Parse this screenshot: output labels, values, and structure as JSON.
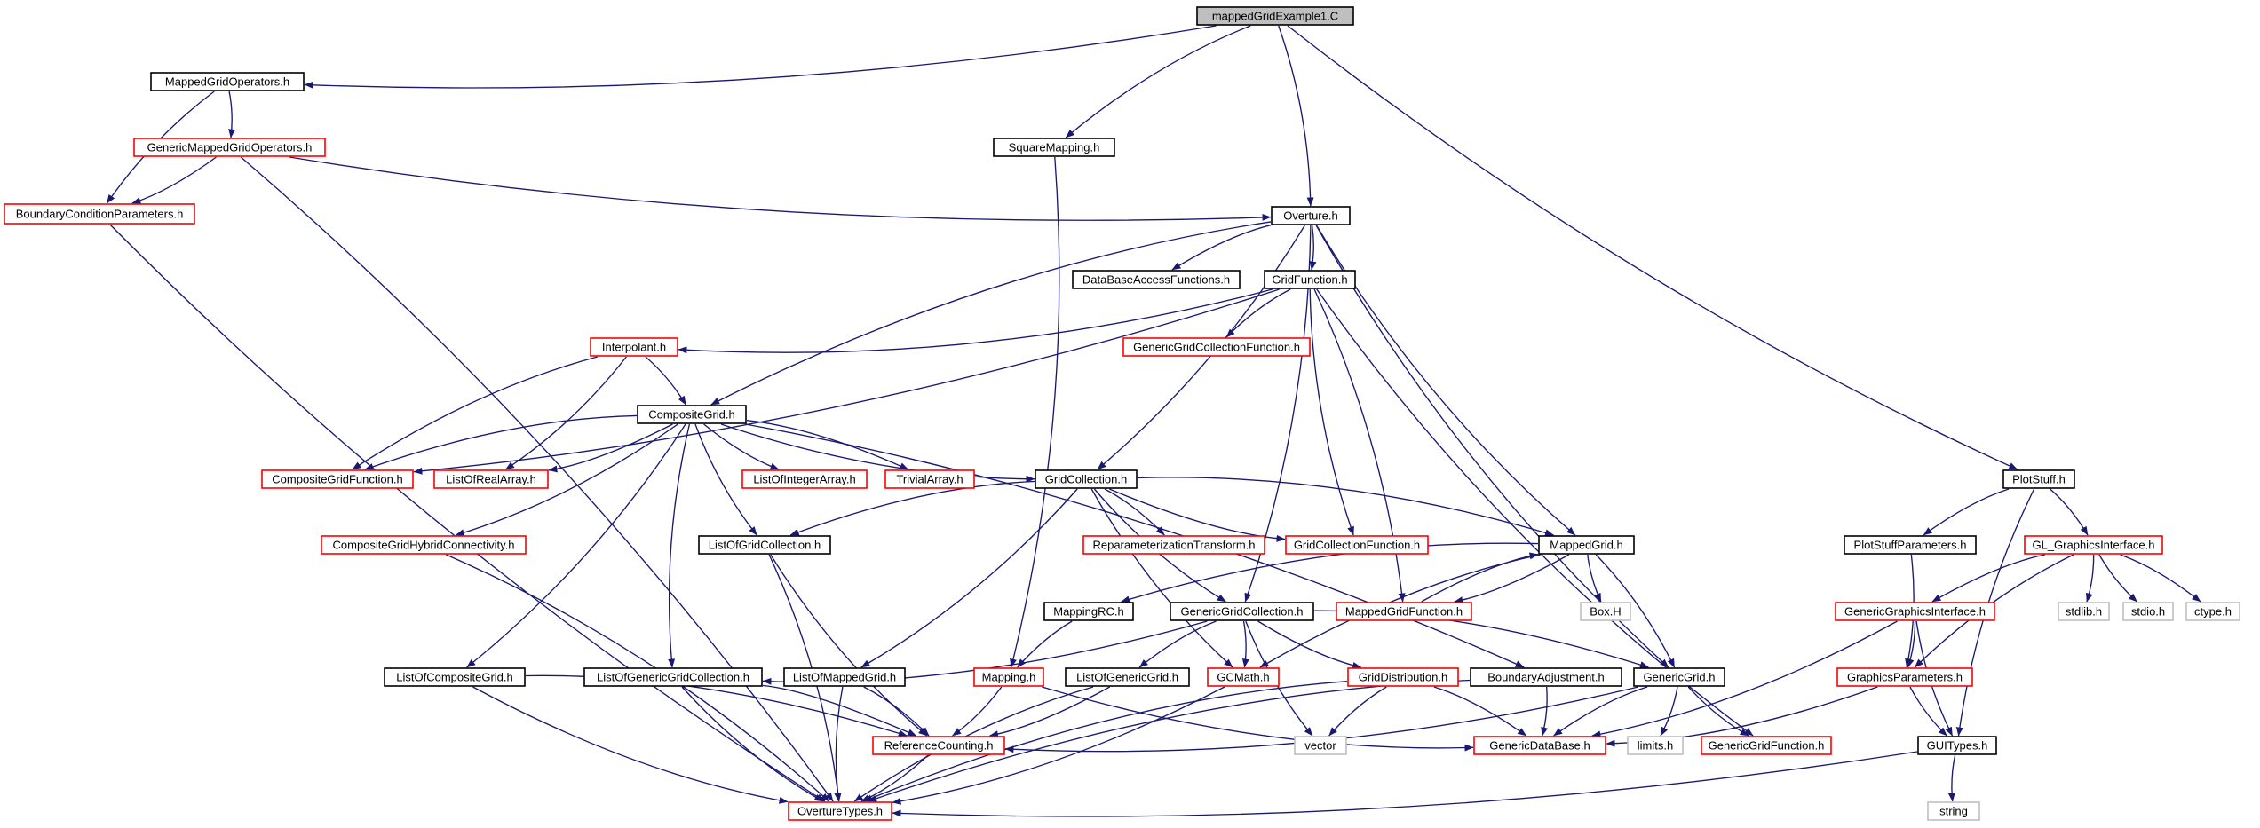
{
  "graph": {
    "colors": {
      "root_fill": "#bfbfbf",
      "node_fill": "#ffffff",
      "documented_border": "#000000",
      "undocumented_border": "#ff0000",
      "external_border": "#bfbfbf",
      "edge": "#191970"
    },
    "nodes": [
      {
        "id": "root",
        "label": "mappedGridExample1.C",
        "style": "root"
      },
      {
        "id": "mgo",
        "label": "MappedGridOperators.h",
        "style": "doc"
      },
      {
        "id": "sqm",
        "label": "SquareMapping.h",
        "style": "doc"
      },
      {
        "id": "ov",
        "label": "Overture.h",
        "style": "doc"
      },
      {
        "id": "ps",
        "label": "PlotStuff.h",
        "style": "doc"
      },
      {
        "id": "gmgo",
        "label": "GenericMappedGridOperators.h",
        "style": "red"
      },
      {
        "id": "bcp",
        "label": "BoundaryConditionParameters.h",
        "style": "red"
      },
      {
        "id": "dbaf",
        "label": "DataBaseAccessFunctions.h",
        "style": "doc"
      },
      {
        "id": "gf",
        "label": "GridFunction.h",
        "style": "doc"
      },
      {
        "id": "interp",
        "label": "Interpolant.h",
        "style": "red"
      },
      {
        "id": "ggcf",
        "label": "GenericGridCollectionFunction.h",
        "style": "red"
      },
      {
        "id": "cg",
        "label": "CompositeGrid.h",
        "style": "doc"
      },
      {
        "id": "cgf",
        "label": "CompositeGridFunction.h",
        "style": "red"
      },
      {
        "id": "lora",
        "label": "ListOfRealArray.h",
        "style": "red"
      },
      {
        "id": "loia",
        "label": "ListOfIntegerArray.h",
        "style": "red"
      },
      {
        "id": "ta",
        "label": "TrivialArray.h",
        "style": "red"
      },
      {
        "id": "gc",
        "label": "GridCollection.h",
        "style": "doc"
      },
      {
        "id": "psp",
        "label": "PlotStuffParameters.h",
        "style": "doc"
      },
      {
        "id": "glgi",
        "label": "GL_GraphicsInterface.h",
        "style": "red"
      },
      {
        "id": "cghc",
        "label": "CompositeGridHybridConnectivity.h",
        "style": "red"
      },
      {
        "id": "logc",
        "label": "ListOfGridCollection.h",
        "style": "doc"
      },
      {
        "id": "rt",
        "label": "ReparameterizationTransform.h",
        "style": "red"
      },
      {
        "id": "gcf",
        "label": "GridCollectionFunction.h",
        "style": "red"
      },
      {
        "id": "mg",
        "label": "MappedGrid.h",
        "style": "doc"
      },
      {
        "id": "mrc",
        "label": "MappingRC.h",
        "style": "doc"
      },
      {
        "id": "ggc",
        "label": "GenericGridCollection.h",
        "style": "doc"
      },
      {
        "id": "mgf",
        "label": "MappedGridFunction.h",
        "style": "red"
      },
      {
        "id": "boxh",
        "label": "Box.H",
        "style": "ext"
      },
      {
        "id": "ggi",
        "label": "GenericGraphicsInterface.h",
        "style": "red"
      },
      {
        "id": "stdlib",
        "label": "stdlib.h",
        "style": "ext"
      },
      {
        "id": "stdio",
        "label": "stdio.h",
        "style": "ext"
      },
      {
        "id": "ctype",
        "label": "ctype.h",
        "style": "ext"
      },
      {
        "id": "locg",
        "label": "ListOfCompositeGrid.h",
        "style": "doc"
      },
      {
        "id": "loggc",
        "label": "ListOfGenericGridCollection.h",
        "style": "doc"
      },
      {
        "id": "lomg",
        "label": "ListOfMappedGrid.h",
        "style": "doc"
      },
      {
        "id": "map",
        "label": "Mapping.h",
        "style": "red"
      },
      {
        "id": "logg",
        "label": "ListOfGenericGrid.h",
        "style": "doc"
      },
      {
        "id": "gcm",
        "label": "GCMath.h",
        "style": "red"
      },
      {
        "id": "gd",
        "label": "GridDistribution.h",
        "style": "red"
      },
      {
        "id": "ba",
        "label": "BoundaryAdjustment.h",
        "style": "doc"
      },
      {
        "id": "gg",
        "label": "GenericGrid.h",
        "style": "doc"
      },
      {
        "id": "gp",
        "label": "GraphicsParameters.h",
        "style": "red"
      },
      {
        "id": "rc",
        "label": "ReferenceCounting.h",
        "style": "red"
      },
      {
        "id": "vector",
        "label": "vector",
        "style": "ext"
      },
      {
        "id": "gdb",
        "label": "GenericDataBase.h",
        "style": "red"
      },
      {
        "id": "limits",
        "label": "limits.h",
        "style": "ext"
      },
      {
        "id": "ggf",
        "label": "GenericGridFunction.h",
        "style": "red"
      },
      {
        "id": "gui",
        "label": "GUITypes.h",
        "style": "doc"
      },
      {
        "id": "ot",
        "label": "OvertureTypes.h",
        "style": "red"
      },
      {
        "id": "string",
        "label": "string",
        "style": "ext"
      }
    ],
    "edges": [
      [
        "root",
        "mgo"
      ],
      [
        "root",
        "sqm"
      ],
      [
        "root",
        "ov"
      ],
      [
        "root",
        "ps"
      ],
      [
        "mgo",
        "gmgo"
      ],
      [
        "mgo",
        "bcp"
      ],
      [
        "gmgo",
        "bcp"
      ],
      [
        "gmgo",
        "ov"
      ],
      [
        "gmgo",
        "ot"
      ],
      [
        "bcp",
        "ot"
      ],
      [
        "sqm",
        "map"
      ],
      [
        "ov",
        "dbaf"
      ],
      [
        "ov",
        "gf"
      ],
      [
        "ov",
        "cg"
      ],
      [
        "ov",
        "gc"
      ],
      [
        "ov",
        "mg"
      ],
      [
        "ov",
        "ggc"
      ],
      [
        "ov",
        "gg"
      ],
      [
        "gf",
        "interp"
      ],
      [
        "gf",
        "ggcf"
      ],
      [
        "gf",
        "cgf"
      ],
      [
        "gf",
        "gcf"
      ],
      [
        "gf",
        "mgf"
      ],
      [
        "gf",
        "ggf"
      ],
      [
        "interp",
        "cg"
      ],
      [
        "interp",
        "cgf"
      ],
      [
        "interp",
        "lora"
      ],
      [
        "cg",
        "cgf"
      ],
      [
        "cg",
        "lora"
      ],
      [
        "cg",
        "loia"
      ],
      [
        "cg",
        "ta"
      ],
      [
        "cg",
        "gc"
      ],
      [
        "cg",
        "cghc"
      ],
      [
        "cg",
        "logc"
      ],
      [
        "cg",
        "locg"
      ],
      [
        "cg",
        "loggc"
      ],
      [
        "cg",
        "ba"
      ],
      [
        "gc",
        "logc"
      ],
      [
        "gc",
        "rt"
      ],
      [
        "gc",
        "gcf"
      ],
      [
        "gc",
        "mg"
      ],
      [
        "gc",
        "ggc"
      ],
      [
        "gc",
        "lomg"
      ],
      [
        "gc",
        "gcm"
      ],
      [
        "cghc",
        "ot"
      ],
      [
        "logc",
        "rc"
      ],
      [
        "logc",
        "ot"
      ],
      [
        "mg",
        "mrc"
      ],
      [
        "mg",
        "mgf"
      ],
      [
        "mg",
        "boxh"
      ],
      [
        "mg",
        "gg"
      ],
      [
        "mg",
        "gcm"
      ],
      [
        "mgf",
        "mg"
      ],
      [
        "mrc",
        "map"
      ],
      [
        "ggc",
        "loggc"
      ],
      [
        "ggc",
        "logg"
      ],
      [
        "ggc",
        "gcm"
      ],
      [
        "ggc",
        "gd"
      ],
      [
        "ggc",
        "gg"
      ],
      [
        "ggc",
        "vector"
      ],
      [
        "locg",
        "rc"
      ],
      [
        "locg",
        "ot"
      ],
      [
        "loggc",
        "rc"
      ],
      [
        "loggc",
        "ot"
      ],
      [
        "lomg",
        "rc"
      ],
      [
        "lomg",
        "ot"
      ],
      [
        "map",
        "rc"
      ],
      [
        "map",
        "gdb"
      ],
      [
        "logg",
        "rc"
      ],
      [
        "logg",
        "ot"
      ],
      [
        "gcm",
        "ot"
      ],
      [
        "gd",
        "vector"
      ],
      [
        "gd",
        "gdb"
      ],
      [
        "gd",
        "ot"
      ],
      [
        "ba",
        "gdb"
      ],
      [
        "ba",
        "ot"
      ],
      [
        "gg",
        "rc"
      ],
      [
        "gg",
        "gdb"
      ],
      [
        "gg",
        "limits"
      ],
      [
        "gg",
        "ggf"
      ],
      [
        "rc",
        "ot"
      ],
      [
        "ps",
        "psp"
      ],
      [
        "ps",
        "glgi"
      ],
      [
        "ps",
        "gui"
      ],
      [
        "psp",
        "gp"
      ],
      [
        "glgi",
        "ggi"
      ],
      [
        "glgi",
        "stdlib"
      ],
      [
        "glgi",
        "stdio"
      ],
      [
        "glgi",
        "ctype"
      ],
      [
        "glgi",
        "gp"
      ],
      [
        "ggi",
        "gp"
      ],
      [
        "ggi",
        "gui"
      ],
      [
        "ggi",
        "gdb"
      ],
      [
        "gp",
        "gui"
      ],
      [
        "gp",
        "gdb"
      ],
      [
        "gui",
        "string"
      ],
      [
        "gui",
        "ot"
      ]
    ]
  }
}
